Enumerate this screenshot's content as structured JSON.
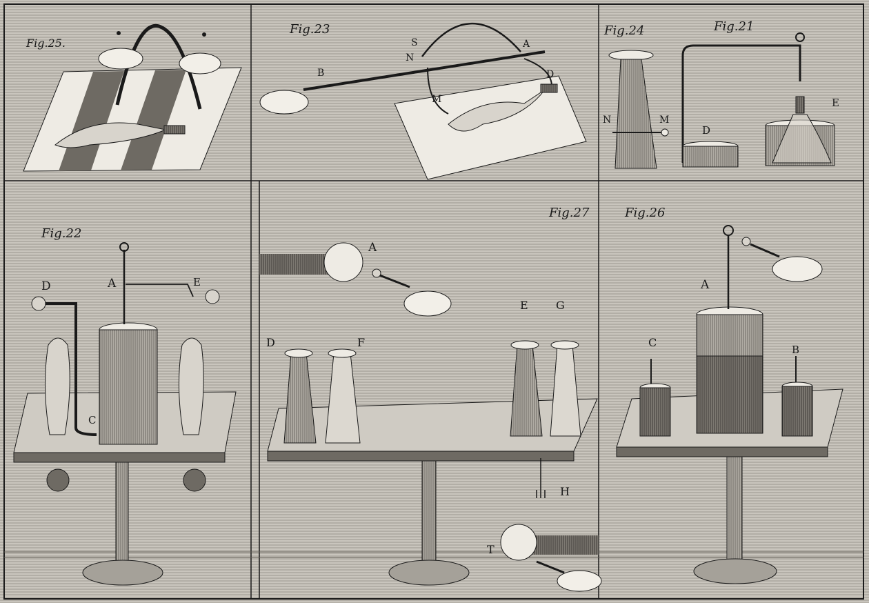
{
  "panels": {
    "fig25": {
      "title": "Fig.25."
    },
    "fig23": {
      "title": "Fig.23",
      "letters": [
        "S",
        "N",
        "A",
        "B",
        "M",
        "D"
      ]
    },
    "fig24": {
      "title": "Fig.24",
      "letters": [
        "N",
        "M"
      ]
    },
    "fig21": {
      "title": "Fig.21",
      "letters": [
        "D",
        "E"
      ]
    },
    "fig22": {
      "title": "Fig.22",
      "letters": [
        "D",
        "A",
        "E",
        "C"
      ]
    },
    "fig27": {
      "title": "Fig.27",
      "letters": [
        "A",
        "D",
        "F",
        "E",
        "G",
        "H",
        "T"
      ]
    },
    "fig26": {
      "title": "Fig.26",
      "letters": [
        "A",
        "C",
        "B"
      ]
    }
  },
  "colors": {
    "paper": "#e9e6df",
    "ink": "#1a1a1a",
    "shade": "#8d8a84",
    "bg_hatch": "#b9b5ad"
  }
}
